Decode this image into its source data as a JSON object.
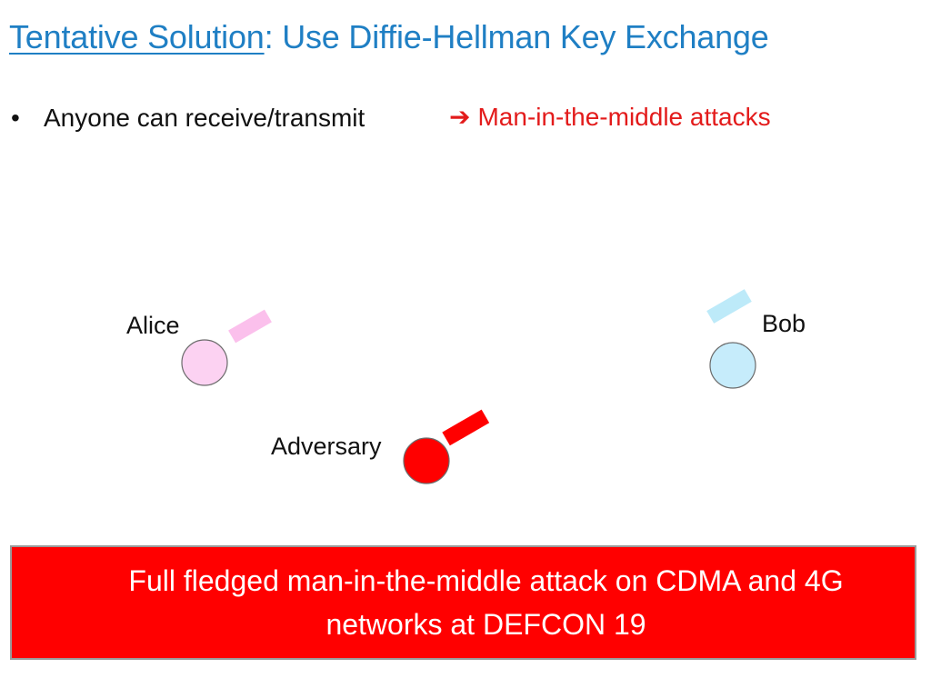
{
  "title": {
    "linked_part": "Tentative Solution",
    "rest": ": Use Diffie-Hellman Key Exchange"
  },
  "bullet": {
    "marker": "•",
    "text": "Anyone can receive/transmit",
    "arrow": "➔",
    "consequence": "Man-in-the-middle attacks"
  },
  "nodes": {
    "alice": {
      "label": "Alice",
      "color": "#fcd2f2",
      "antenna_color": "#fbc0ec"
    },
    "bob": {
      "label": "Bob",
      "color": "#c6ecfb",
      "antenna_color": "#bdeaf9"
    },
    "adversary": {
      "label": "Adversary",
      "color": "#ff0000",
      "antenna_color": "#ff0000"
    }
  },
  "banner": {
    "text": "Full fledged man-in-the-middle attack on CDMA and 4G networks at DEFCON 19",
    "color": "#ff0000"
  },
  "colors": {
    "title": "#1f7fc4",
    "consequence": "#e31b1b"
  }
}
